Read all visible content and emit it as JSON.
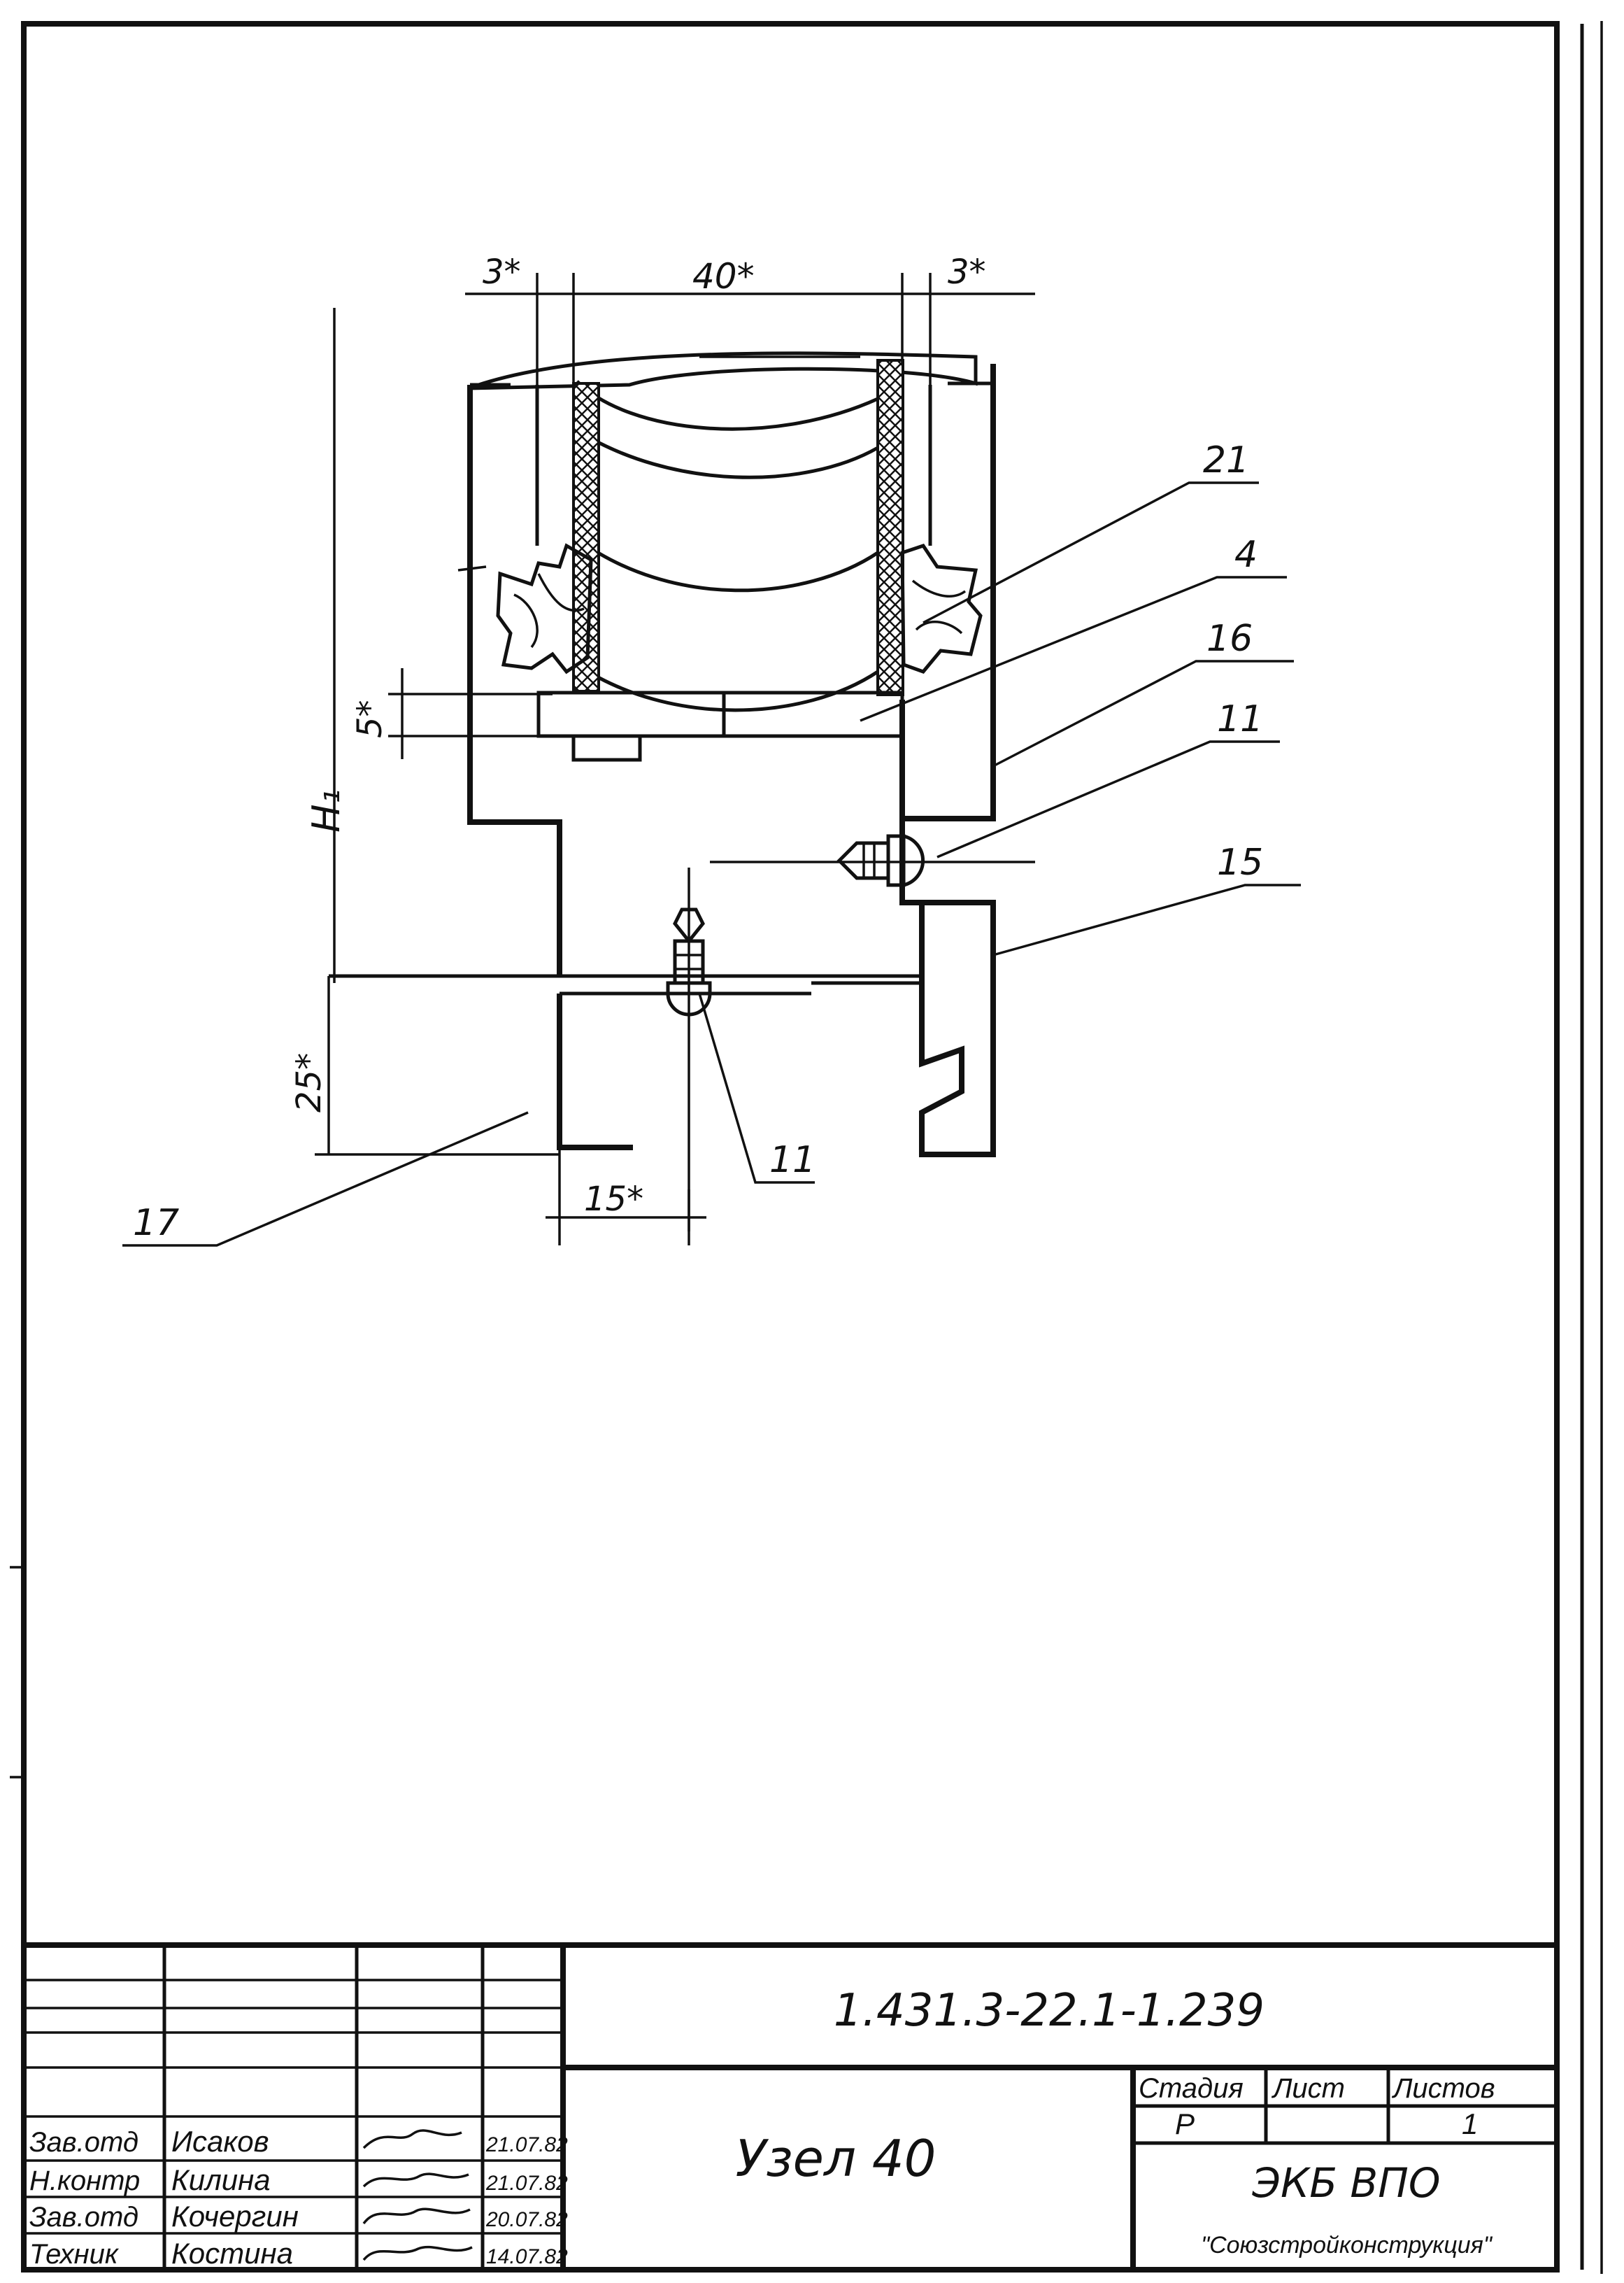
{
  "drawing": {
    "dimensions": {
      "gap_left": "3*",
      "width": "40*",
      "gap_right": "3*",
      "gap_bottom": "5*",
      "height": "H₁",
      "lower_height": "25*",
      "lower_width": "15*"
    },
    "callouts": {
      "c21": "21",
      "c4": "4",
      "c16": "16",
      "c11a": "11",
      "c15": "15",
      "c11b": "11",
      "c17": "17"
    }
  },
  "title_block": {
    "document_code": "1.431.3-22.1-1.239",
    "title": "Узел 40",
    "stage_header": "Стадия",
    "sheet_header": "Лист",
    "sheets_header": "Листов",
    "stage": "Р",
    "sheet": "",
    "sheets": "1",
    "organization": "ЭКБ ВПО",
    "organization_sub": "\"Союзстройконструкция\"",
    "signers": [
      {
        "role": "Зав.отд",
        "name": "Исаков",
        "date": "21.07.82"
      },
      {
        "role": "Н.контр",
        "name": "Килина",
        "date": "21.07.82"
      },
      {
        "role": "Зав.отд",
        "name": "Кочергин",
        "date": "20.07.82"
      },
      {
        "role": "Техник",
        "name": "Костина",
        "date": "14.07.82"
      }
    ]
  }
}
